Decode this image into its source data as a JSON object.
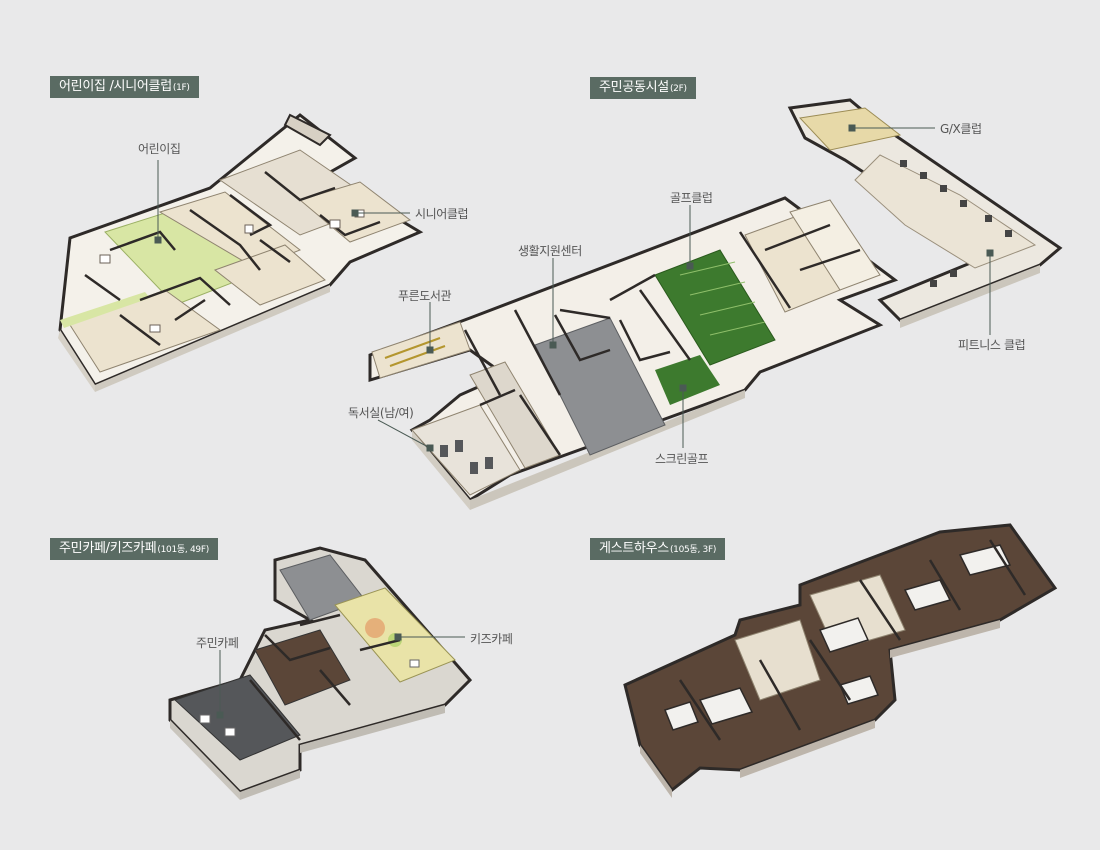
{
  "sections": {
    "kids_senior": {
      "title": "어린이집 /시니어클럽",
      "suffix": "(1F)"
    },
    "community": {
      "title": "주민공동시설",
      "suffix": "(2F)"
    },
    "cafe": {
      "title": "주민카페/키즈카페",
      "suffix": "(101동, 49F)"
    },
    "guest": {
      "title": "게스트하우스",
      "suffix": "(105동, 3F)"
    }
  },
  "labels": {
    "daycare": "어린이집",
    "senior_club": "시니어클럽",
    "gx_club": "G/X클럽",
    "golf_club": "골프클럽",
    "life_support": "생활지원센터",
    "library": "푸른도서관",
    "fitness": "피트니스 클럽",
    "reading_room": "독서실(남/여)",
    "screen_golf": "스크린골프",
    "resident_cafe": "주민카페",
    "kids_cafe": "키즈카페"
  },
  "colors": {
    "tag_bg": "#5a6b63",
    "background": "#e9e9ea",
    "wall": "#2e2a28",
    "floor_light": "#ece3cf",
    "floor_green": "#d8e6a4",
    "turf": "#3d7a2e",
    "dark_floor": "#5b4638",
    "gray_floor": "#8d8f92"
  }
}
